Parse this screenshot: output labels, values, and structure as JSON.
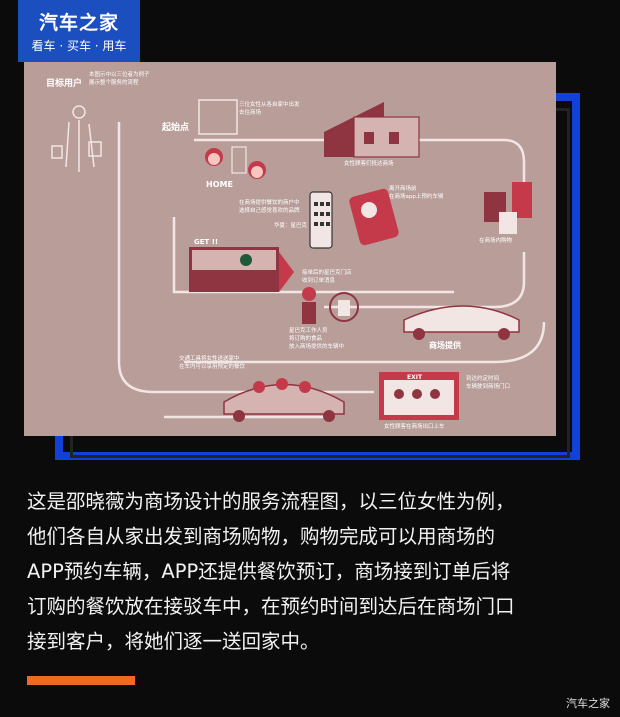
{
  "logo": {
    "title": "汽车之家",
    "subtitle": "看车 · 买车 · 用车"
  },
  "infographic": {
    "target_user_label": "目标用户",
    "target_user_desc_1": "本图示中以三位者为例子",
    "target_user_desc_2": "展示整个服务的流程",
    "start_label": "起始点",
    "home_label": "HOME",
    "step_three_women": "三位女性从各自家中出发",
    "step_three_women_2": "去往商场",
    "step_enter_mall": "女性顾客们抵达商场",
    "step_app_1": "在商场提供餐饮的商户中",
    "step_app_2": "选择自己感觉喜欢的品牌",
    "step_app_3": "华夏：星巴克",
    "step_leave_1": "离开商场前",
    "step_leave_2": "在商场app上预约车辆",
    "step_shopping": "在商场内购物",
    "get_label": "GET !!",
    "step_order_1": "接单后的星巴克门店",
    "step_order_2": "收到订单消息",
    "step_staff_1": "星巴克工作人员",
    "step_staff_2": "将订购的食品",
    "step_staff_3": "放入商场提供的车辆中",
    "mall_provide": "商场提供",
    "step_car_1": "交通工具将女性送送家中",
    "step_car_2": "在车内可以享用预定的餐饮",
    "exit_label": "EXIT",
    "step_pickup_1": "到达约定时间",
    "step_pickup_2": "车辆驶到商场门口",
    "step_board": "女性顾客在商场出口上车"
  },
  "caption": {
    "line1": "这是邵晓薇为商场设计的服务流程图，以三位女性为例，",
    "line2": "他们各自从家出发到商场购物，购物完成可以用商场的",
    "line3": "APP预约车辆，APP还提供餐饮预订，商场接到订单后将",
    "line4": "订购的餐饮放在接驳车中，在预约时间到达后在商场门口",
    "line5": "接到客户，将她们逐一送回家中。"
  },
  "watermark": "汽车之家",
  "colors": {
    "accent_blue": "#1141d6",
    "orange": "#ee6a21",
    "illustration_bg": "#b89d99",
    "illustration_red": "#c43a4a"
  }
}
